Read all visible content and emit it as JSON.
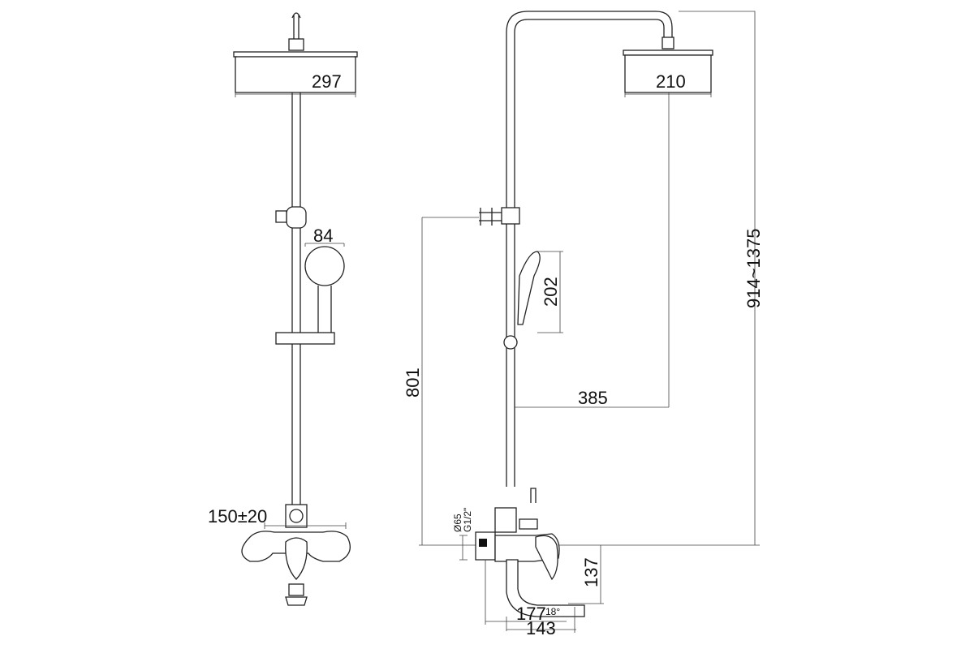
{
  "title": "Shower system dimension drawing",
  "front_view": {
    "head_width": "297",
    "hand_shower_diameter": "84",
    "mixer_spacing": "150±20"
  },
  "side_view": {
    "head_width": "210",
    "outlet_height": "801",
    "hand_shower_length": "202",
    "arm_reach": "385",
    "total_height": "914~1375",
    "spout_height": "137",
    "spout_reach_outer": "177",
    "spout_reach_inner": "143",
    "connection_diameter": "Ø65",
    "connection_thread": "G1/2\"",
    "spout_angle": "18°"
  }
}
